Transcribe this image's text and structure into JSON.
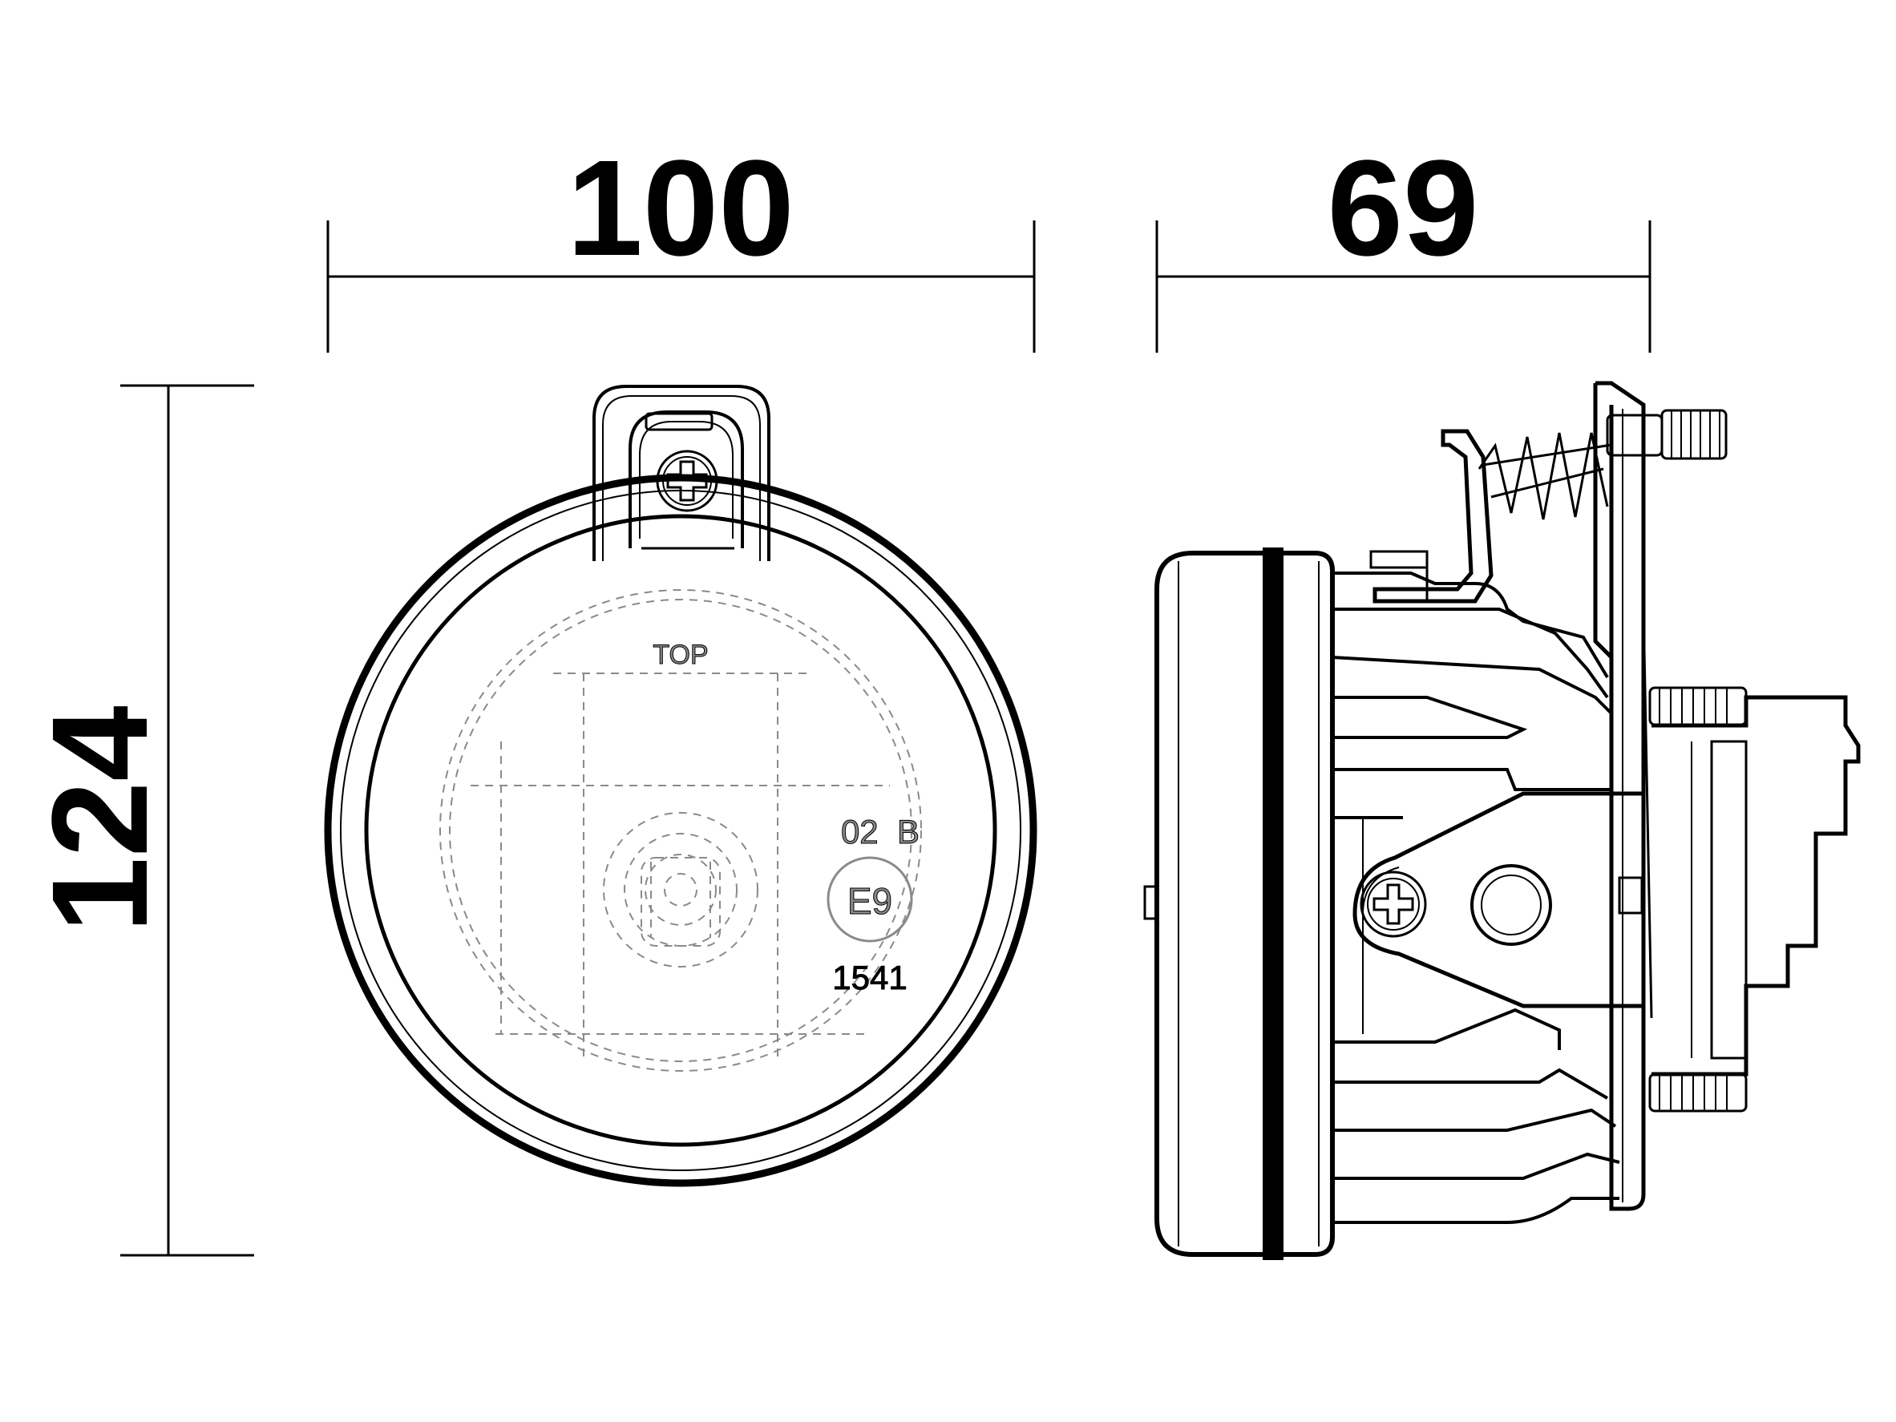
{
  "dimensions": {
    "width_front": "100",
    "depth_side": "69",
    "height": "124"
  },
  "markings": {
    "top": "TOP",
    "code": "02  B",
    "approval": "E9",
    "number": "1541"
  },
  "colors": {
    "line": "#000000",
    "faint": "#8a8a8a",
    "background": "#ffffff"
  }
}
